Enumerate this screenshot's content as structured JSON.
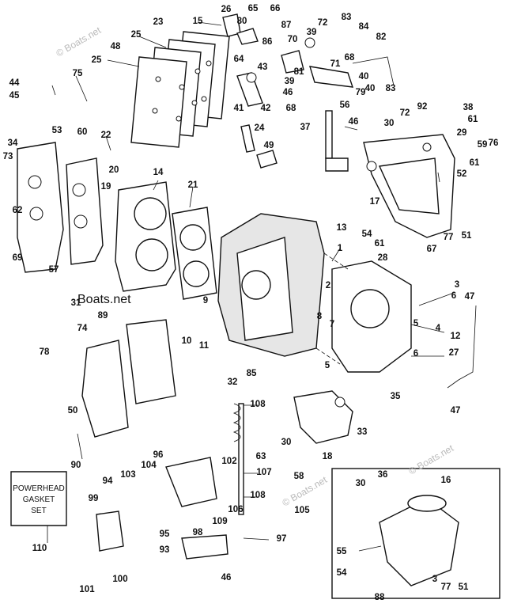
{
  "watermark": {
    "main": "Boats.net",
    "faint": "© Boats.net"
  },
  "gasket_set_box": {
    "lines": [
      "POWERHEAD",
      "GASKET",
      "SET"
    ]
  },
  "callouts": [
    {
      "n": "15"
    },
    {
      "n": "23"
    },
    {
      "n": "26"
    },
    {
      "n": "65"
    },
    {
      "n": "66"
    },
    {
      "n": "80"
    },
    {
      "n": "87"
    },
    {
      "n": "72"
    },
    {
      "n": "83"
    },
    {
      "n": "84"
    },
    {
      "n": "25"
    },
    {
      "n": "48"
    },
    {
      "n": "25"
    },
    {
      "n": "64"
    },
    {
      "n": "86"
    },
    {
      "n": "39"
    },
    {
      "n": "70"
    },
    {
      "n": "82"
    },
    {
      "n": "43"
    },
    {
      "n": "71"
    },
    {
      "n": "68"
    },
    {
      "n": "81"
    },
    {
      "n": "44"
    },
    {
      "n": "75"
    },
    {
      "n": "40"
    },
    {
      "n": "39"
    },
    {
      "n": "46"
    },
    {
      "n": "40"
    },
    {
      "n": "83"
    },
    {
      "n": "45"
    },
    {
      "n": "41"
    },
    {
      "n": "42"
    },
    {
      "n": "68"
    },
    {
      "n": "56"
    },
    {
      "n": "79"
    },
    {
      "n": "72"
    },
    {
      "n": "92"
    },
    {
      "n": "38"
    },
    {
      "n": "37"
    },
    {
      "n": "46"
    },
    {
      "n": "30"
    },
    {
      "n": "61"
    },
    {
      "n": "24"
    },
    {
      "n": "29"
    },
    {
      "n": "53"
    },
    {
      "n": "60"
    },
    {
      "n": "22"
    },
    {
      "n": "59"
    },
    {
      "n": "76"
    },
    {
      "n": "34"
    },
    {
      "n": "49"
    },
    {
      "n": "61"
    },
    {
      "n": "73"
    },
    {
      "n": "20"
    },
    {
      "n": "14"
    },
    {
      "n": "52"
    },
    {
      "n": "21"
    },
    {
      "n": "19"
    },
    {
      "n": "62"
    },
    {
      "n": "17"
    },
    {
      "n": "13"
    },
    {
      "n": "54"
    },
    {
      "n": "77"
    },
    {
      "n": "51"
    },
    {
      "n": "61"
    },
    {
      "n": "69"
    },
    {
      "n": "1"
    },
    {
      "n": "67"
    },
    {
      "n": "28"
    },
    {
      "n": "57"
    },
    {
      "n": "31"
    },
    {
      "n": "2"
    },
    {
      "n": "3"
    },
    {
      "n": "9"
    },
    {
      "n": "6"
    },
    {
      "n": "47"
    },
    {
      "n": "89"
    },
    {
      "n": "74"
    },
    {
      "n": "8"
    },
    {
      "n": "7"
    },
    {
      "n": "5"
    },
    {
      "n": "4"
    },
    {
      "n": "12"
    },
    {
      "n": "10"
    },
    {
      "n": "11"
    },
    {
      "n": "6"
    },
    {
      "n": "27"
    },
    {
      "n": "78"
    },
    {
      "n": "5"
    },
    {
      "n": "85"
    },
    {
      "n": "32"
    },
    {
      "n": "35"
    },
    {
      "n": "47"
    },
    {
      "n": "108"
    },
    {
      "n": "50"
    },
    {
      "n": "33"
    },
    {
      "n": "30"
    },
    {
      "n": "18"
    },
    {
      "n": "63"
    },
    {
      "n": "58"
    },
    {
      "n": "90"
    },
    {
      "n": "96"
    },
    {
      "n": "102"
    },
    {
      "n": "107"
    },
    {
      "n": "36"
    },
    {
      "n": "16"
    },
    {
      "n": "94"
    },
    {
      "n": "103"
    },
    {
      "n": "104"
    },
    {
      "n": "30"
    },
    {
      "n": "108"
    },
    {
      "n": "99"
    },
    {
      "n": "106"
    },
    {
      "n": "105"
    },
    {
      "n": "109"
    },
    {
      "n": "98"
    },
    {
      "n": "95"
    },
    {
      "n": "97"
    },
    {
      "n": "55"
    },
    {
      "n": "93"
    },
    {
      "n": "110"
    },
    {
      "n": "46"
    },
    {
      "n": "54"
    },
    {
      "n": "101"
    },
    {
      "n": "100"
    },
    {
      "n": "3"
    },
    {
      "n": "77"
    },
    {
      "n": "51"
    },
    {
      "n": "88"
    }
  ]
}
